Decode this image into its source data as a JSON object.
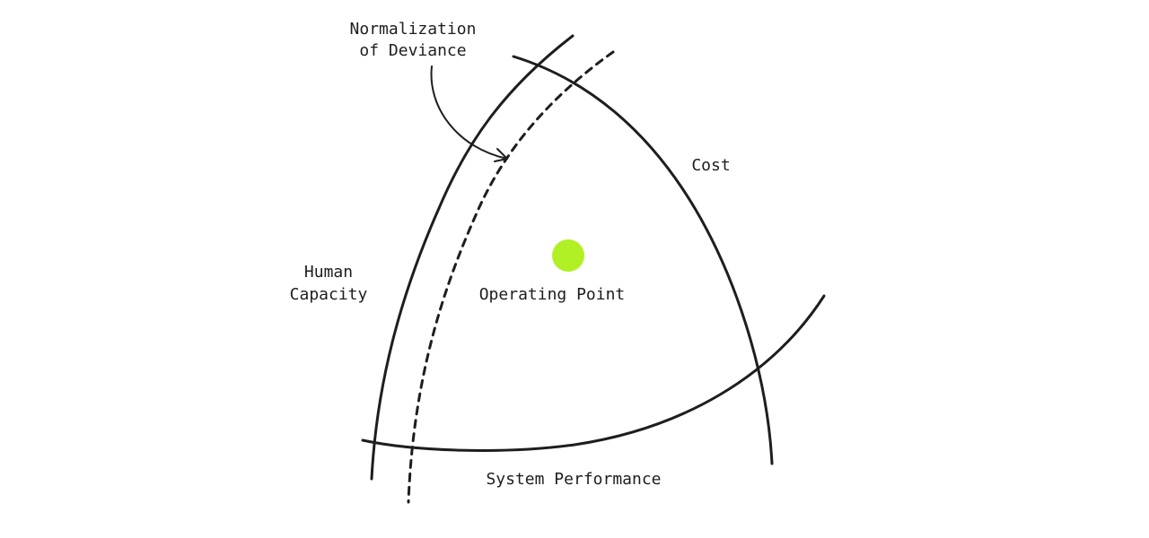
{
  "diagram": {
    "labels": {
      "normalization_line1": "Normalization",
      "normalization_line2": "of Deviance",
      "cost": "Cost",
      "human_line1": "Human",
      "human_line2": "Capacity",
      "operating_point": "Operating Point",
      "system_performance": "System Performance"
    },
    "colors": {
      "stroke": "#1e1e1e",
      "operating_point_dot": "#b2f026",
      "background": "#ffffff"
    }
  }
}
